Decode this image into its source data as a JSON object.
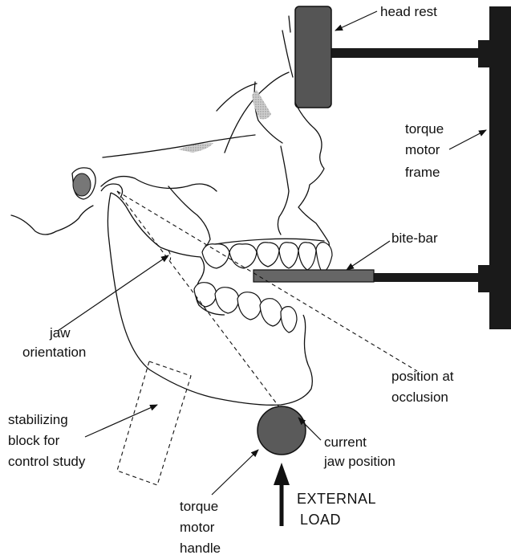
{
  "labels": {
    "head_rest": "head rest",
    "torque_motor_frame": [
      "torque",
      "motor",
      "frame"
    ],
    "bite_bar": "bite-bar",
    "jaw_orientation": [
      "jaw",
      "orientation"
    ],
    "position_at_occlusion": [
      "position at",
      "occlusion"
    ],
    "stabilizing_block": [
      "stabilizing",
      "block for",
      "control study"
    ],
    "current_jaw_position": [
      "current",
      "jaw position"
    ],
    "external_load": [
      "EXTERNAL",
      "LOAD"
    ],
    "torque_motor_handle": [
      "torque",
      "motor",
      "handle"
    ]
  },
  "colors": {
    "ink": "#111111",
    "frame_fill": "#1a1a1a",
    "head_rest_fill": "#555555",
    "bite_bar_fill": "#666666",
    "handle_fill": "#5a5a5a",
    "shading": "#bdbdbd"
  }
}
